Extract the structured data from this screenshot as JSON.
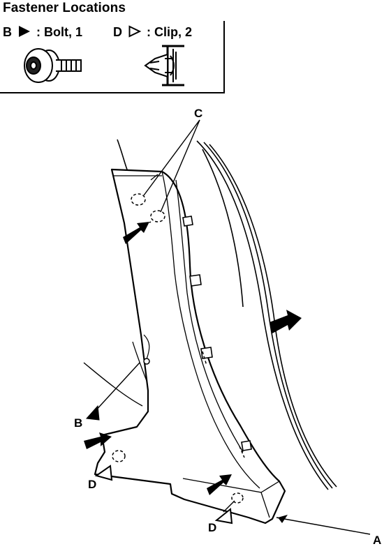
{
  "title": "Fastener Locations",
  "legend": [
    {
      "letter": "B",
      "symbol": "filled-triangle-icon",
      "text": ": Bolt, 1"
    },
    {
      "letter": "D",
      "symbol": "outline-triangle-icon",
      "text": ": Clip, 2"
    }
  ],
  "callouts": {
    "a": "A",
    "b": "B",
    "c": "C",
    "d1": "D",
    "d2": "D"
  }
}
